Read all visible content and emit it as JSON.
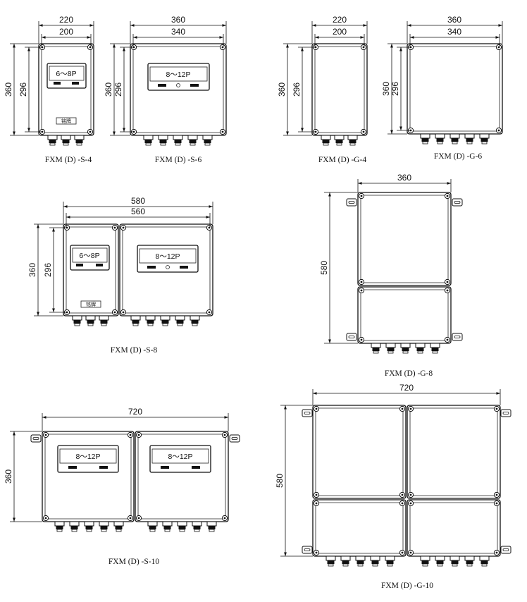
{
  "dims": {
    "w220": "220",
    "w200": "200",
    "w360": "360",
    "w340": "340",
    "w580": "580",
    "w560": "560",
    "w720": "720",
    "h360": "360",
    "h296": "296",
    "h580": "580"
  },
  "rails": {
    "r68": "6～8P",
    "r812": "8～12P"
  },
  "nameplate": "铭牌",
  "captions": {
    "s4": "FXM (D) -S-4",
    "s6": "FXM (D) -S-6",
    "g4": "FXM (D) -G-4",
    "g6": "FXM (D) -G-6",
    "s8": "FXM (D) -S-8",
    "g8": "FXM (D) -G-8",
    "s10": "FXM (D) -S-10",
    "g10": "FXM (D) -G-10"
  }
}
